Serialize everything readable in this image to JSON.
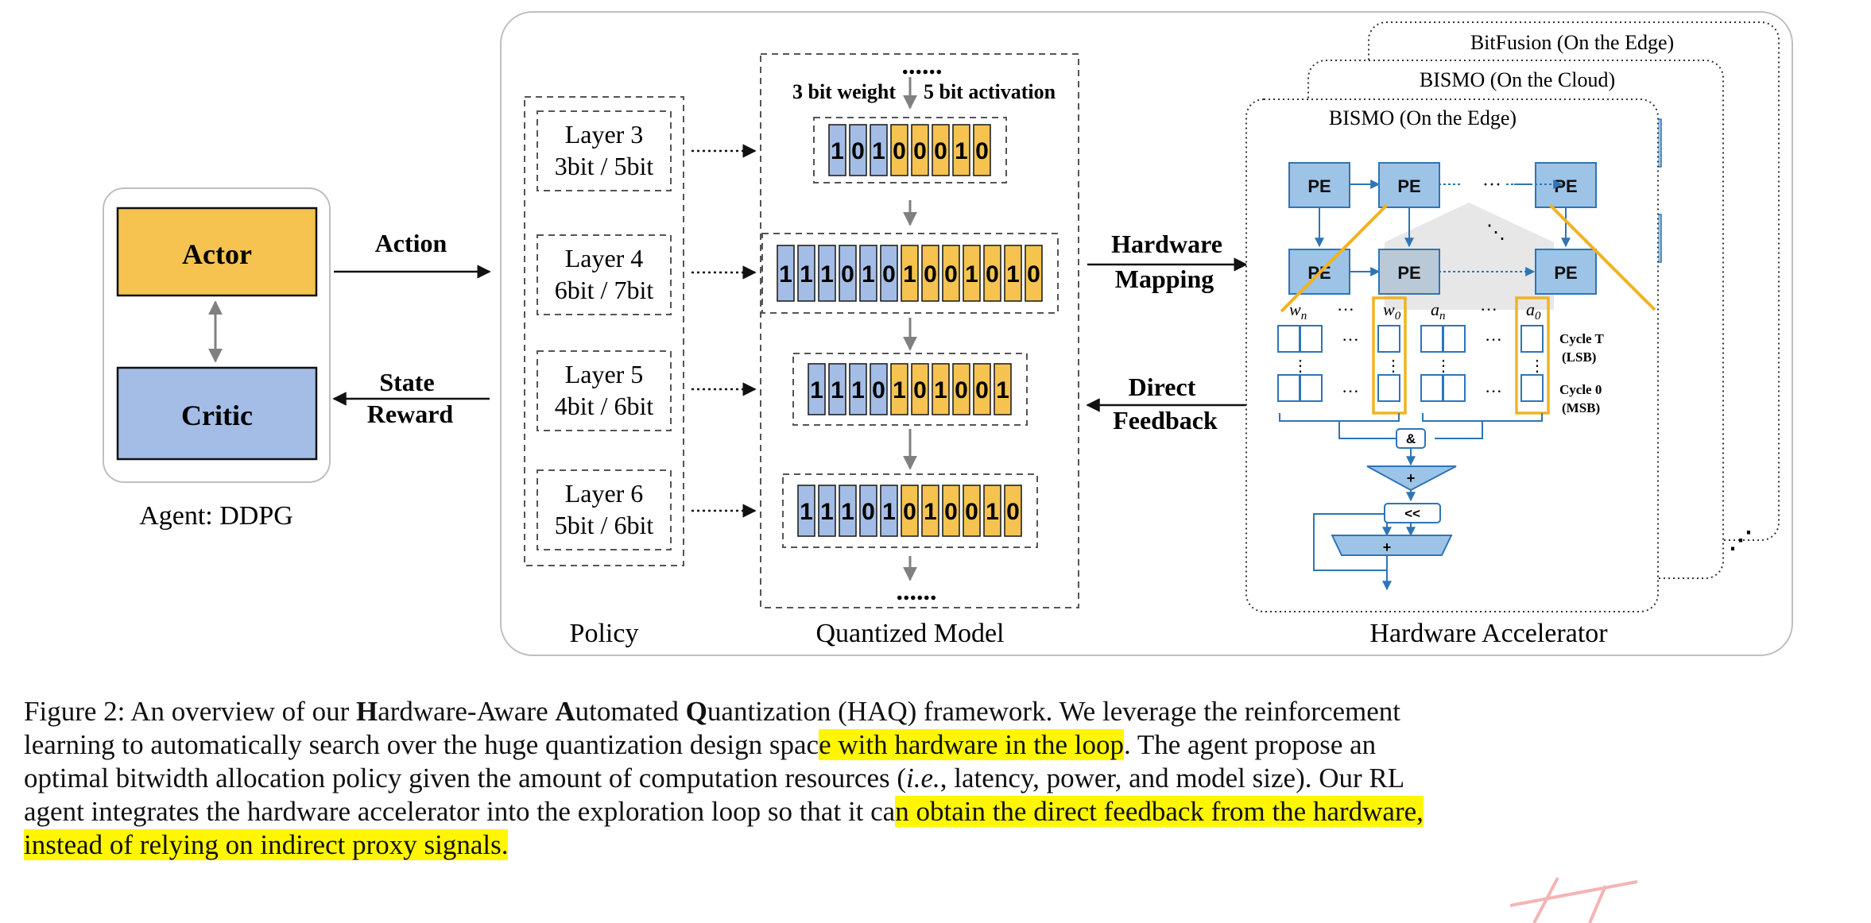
{
  "agent": {
    "actor": "Actor",
    "critic": "Critic",
    "caption": "Agent: DDPG",
    "action": "Action",
    "state": "State",
    "reward": "Reward"
  },
  "policy": {
    "label": "Policy",
    "layers": [
      {
        "name": "Layer 3",
        "bits": "3bit / 5bit"
      },
      {
        "name": "Layer 4",
        "bits": "6bit / 7bit"
      },
      {
        "name": "Layer 5",
        "bits": "4bit / 6bit"
      },
      {
        "name": "Layer 6",
        "bits": "5bit / 6bit"
      }
    ]
  },
  "model": {
    "label": "Quantized Model",
    "dots": "......",
    "weight_label": "3 bit weight",
    "activation_label": "5 bit activation",
    "rows": [
      {
        "weight": "101",
        "activation": "00010"
      },
      {
        "weight": "111010",
        "activation": "1001010"
      },
      {
        "weight": "1110",
        "activation": "101001"
      },
      {
        "weight": "11101",
        "activation": "010010"
      }
    ]
  },
  "mapping": {
    "hardware": "Hardware",
    "mapping": "Mapping",
    "direct": "Direct",
    "feedback": "Feedback"
  },
  "accelerator": {
    "label": "Hardware Accelerator",
    "cards": [
      "BitFusion (On the Edge)",
      "BISMO (On the Cloud)",
      "BISMO (On the Edge)"
    ],
    "pe": "PE",
    "cycle_t": "Cycle T",
    "lsb": "(LSB)",
    "cycle_0": "Cycle 0",
    "msb": "(MSB)",
    "and_op": "&",
    "plus_op": "+",
    "shift_op": "<<",
    "colors": {
      "pe_fill": "#9dc3e6",
      "accent": "#2e75b6",
      "orange": "#f0b323"
    }
  },
  "colors": {
    "weight": "#a4bde6",
    "activation": "#f6c350",
    "highlight": "#fff600"
  },
  "caption": {
    "line1": {
      "a": "Figure 2: An overview of our ",
      "H": "H",
      "b": "ardware-Aware ",
      "A": "A",
      "c": "utomated ",
      "Q": "Q",
      "d": "uantization (HAQ) framework. We leverage the reinforcement"
    },
    "line2": {
      "a": "learning to automatically search over the huge quantization design spac",
      "hl": "e with hardware in the loop",
      "b": ". The agent propose an"
    },
    "line3": {
      "a": "optimal bitwidth allocation policy given the amount of computation resources (",
      "ie": "i.e.",
      "b": ", latency, power, and model size). Our RL"
    },
    "line4": {
      "a": "agent integrates the hardware accelerator into the exploration loop so that it ca",
      "hl": "n obtain the direct feedback from the hardware,"
    },
    "line5": {
      "hl": "instead of relying on indirect proxy signals."
    }
  }
}
